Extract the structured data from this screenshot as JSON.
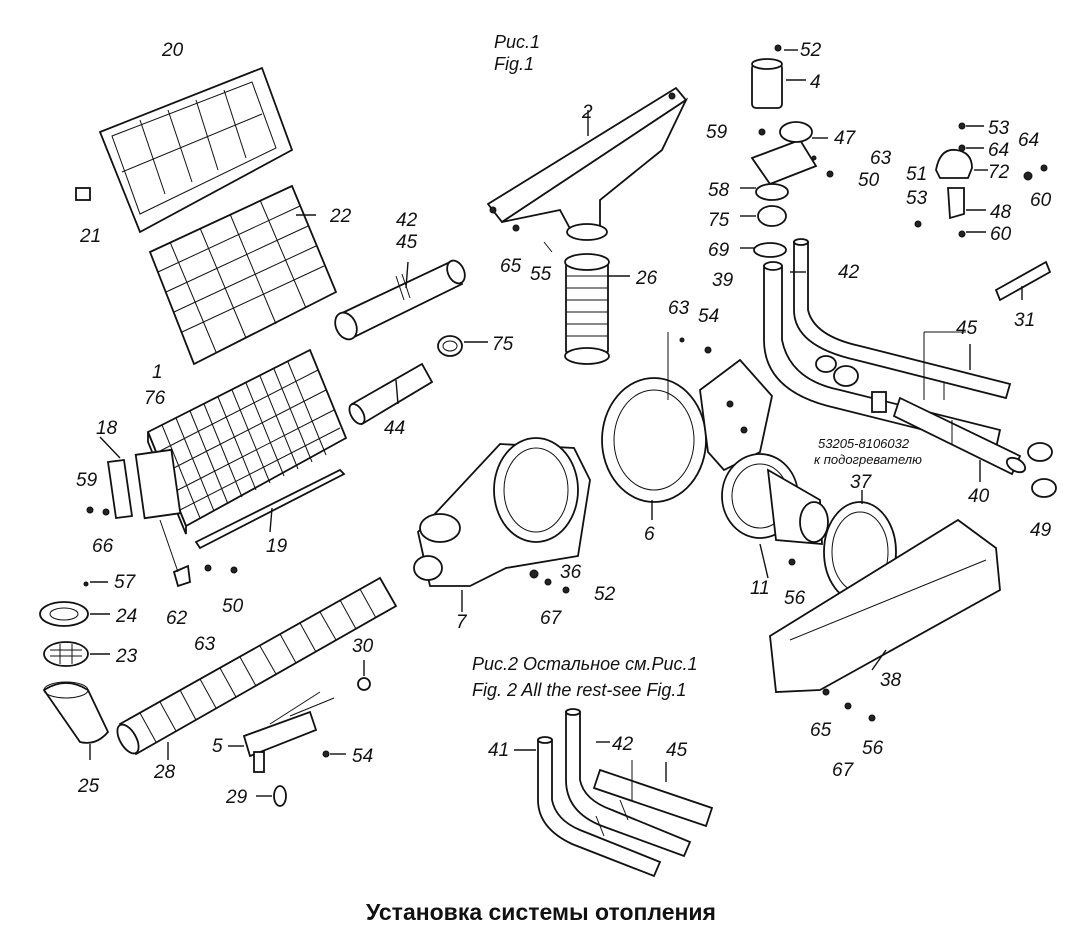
{
  "title": "Установка системы отопления",
  "captions": {
    "fig1_ru": "Рис.1",
    "fig1_en": "Fig.1",
    "fig2_ru": "Рис.2 Остальное см.Рис.1",
    "fig2_en": "Fig. 2 All the rest-see Fig.1"
  },
  "notes": {
    "heater_part": "53205-8106032",
    "heater_text": "к подогревателю"
  },
  "callouts": {
    "c20": "20",
    "c21": "21",
    "c22": "22",
    "c1": "1",
    "c76": "76",
    "c18": "18",
    "c59a": "59",
    "c66": "66",
    "c19": "19",
    "c57": "57",
    "c24": "24",
    "c23": "23",
    "c25": "25",
    "c62": "62",
    "c63a": "63",
    "c50a": "50",
    "c28": "28",
    "c5": "5",
    "c29": "29",
    "c54a": "54",
    "c30": "30",
    "c42a": "42",
    "c45a": "45",
    "c75a": "75",
    "c44": "44",
    "c2": "2",
    "c65a": "65",
    "c55": "55",
    "c26": "26",
    "c63b": "63",
    "c54b": "54",
    "c6": "6",
    "c7": "7",
    "c36": "36",
    "c67a": "67",
    "c52a": "52",
    "c52b": "52",
    "c4": "4",
    "c59b": "59",
    "c47": "47",
    "c63c": "63",
    "c50b": "50",
    "c58": "58",
    "c75b": "75",
    "c69": "69",
    "c39": "39",
    "c42b": "42",
    "c53a": "53",
    "c64a": "64",
    "c51": "51",
    "c72": "72",
    "c53b": "53",
    "c48": "48",
    "c60a": "60",
    "c64b": "64",
    "c60b": "60",
    "c31": "31",
    "c45b": "45",
    "c40": "40",
    "c49": "49",
    "c37": "37",
    "c11": "11",
    "c56a": "56",
    "c38": "38",
    "c65b": "65",
    "c67b": "67",
    "c56b": "56",
    "c41": "41",
    "c42c": "42",
    "c45c": "45"
  }
}
